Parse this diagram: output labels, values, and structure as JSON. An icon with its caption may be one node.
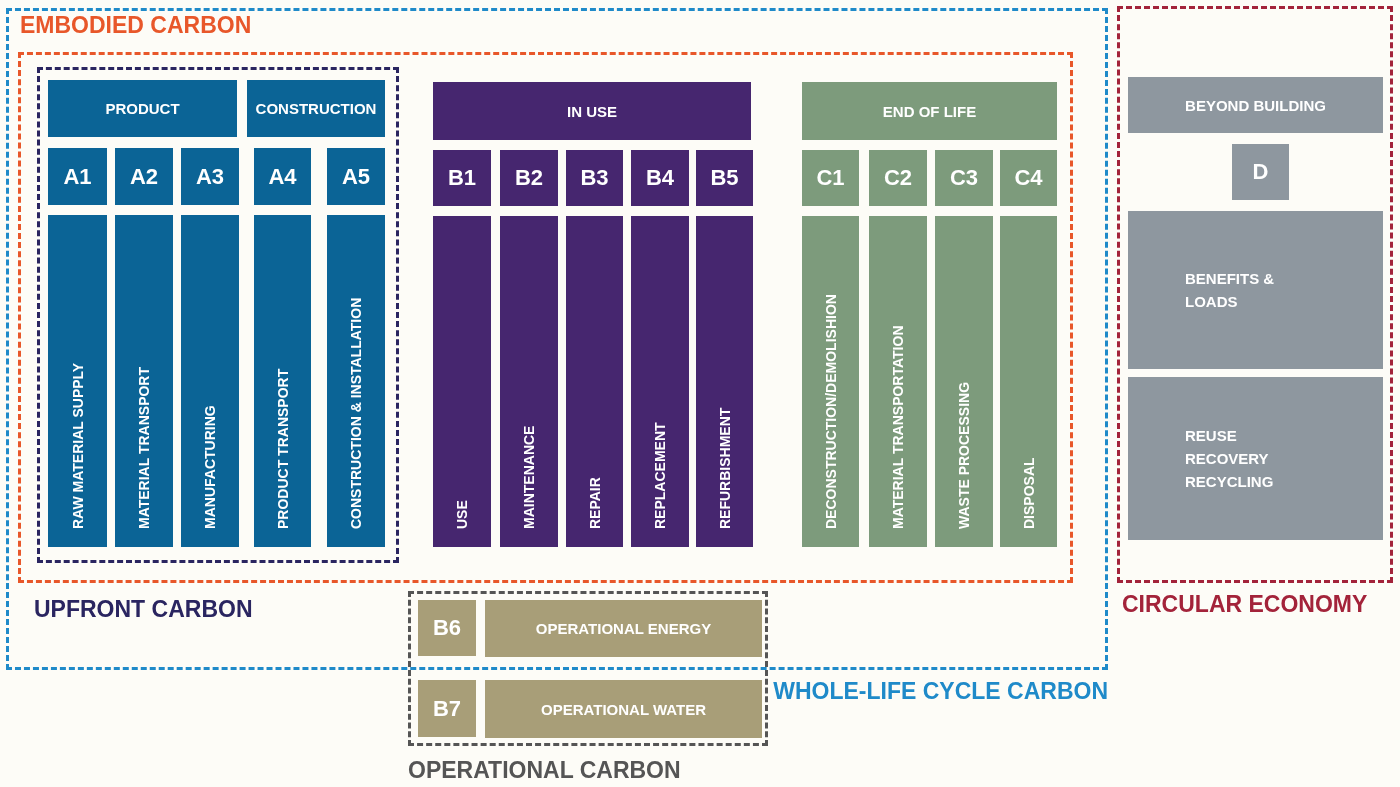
{
  "diagram": {
    "nodes": [
      {
        "text": [
          "WHOLE-LIFE CYCLE CARBON"
        ]
      },
      {
        "text": [
          "EMBODIED CARBON"
        ],
        "in": 0
      },
      {
        "text": [
          "UPFRONT CARBON"
        ],
        "in": 1
      },
      {
        "text": [
          "PRODUCT"
        ],
        "in": 2
      },
      {
        "text": [
          "CONSTRUCTION"
        ],
        "in": 2
      },
      {
        "text": [
          "A1"
        ],
        "in": 2
      },
      {
        "text": [
          "A2"
        ],
        "in": 2
      },
      {
        "text": [
          "A3"
        ],
        "in": 2
      },
      {
        "text": [
          "A4"
        ],
        "in": 2
      },
      {
        "text": [
          "A5"
        ],
        "in": 2
      },
      {
        "text": [
          "RAW MATERIAL SUPPLY"
        ],
        "in": 2
      },
      {
        "text": [
          "MATERIAL TRANSPORT"
        ],
        "in": 2
      },
      {
        "text": [
          "MANUFACTURING"
        ],
        "in": 2
      },
      {
        "text": [
          "PRODUCT TRANSPORT"
        ],
        "in": 2
      },
      {
        "text": [
          "CONSTRUCTION & INSTALLATION"
        ],
        "in": 2
      },
      {
        "text": [
          "IN USE"
        ],
        "in": 1
      },
      {
        "text": [
          "B1"
        ],
        "in": 1
      },
      {
        "text": [
          "B2"
        ],
        "in": 1
      },
      {
        "text": [
          "B3"
        ],
        "in": 1
      },
      {
        "text": [
          "B4"
        ],
        "in": 1
      },
      {
        "text": [
          "B5"
        ],
        "in": 1
      },
      {
        "text": [
          "USE"
        ],
        "in": 1
      },
      {
        "text": [
          "MAINTENANCE"
        ],
        "in": 1
      },
      {
        "text": [
          "REPAIR"
        ],
        "in": 1
      },
      {
        "text": [
          "REPLACEMENT"
        ],
        "in": 1
      },
      {
        "text": [
          "REFURBISHMENT"
        ],
        "in": 1
      },
      {
        "text": [
          "END OF LIFE"
        ],
        "in": 1
      },
      {
        "text": [
          "C1"
        ],
        "in": 1
      },
      {
        "text": [
          "C2"
        ],
        "in": 1
      },
      {
        "text": [
          "C3"
        ],
        "in": 1
      },
      {
        "text": [
          "C4"
        ],
        "in": 1
      },
      {
        "text": [
          "DECONSTRUCTION/DEMOLISHION"
        ],
        "in": 1
      },
      {
        "text": [
          "MATERIAL TRANSPORTATION"
        ],
        "in": 1
      },
      {
        "text": [
          "WASTE PROCESSING"
        ],
        "in": 1
      },
      {
        "text": [
          "DISPOSAL"
        ],
        "in": 1
      },
      {
        "text": [
          "OPERATIONAL CARBON"
        ]
      },
      {
        "text": [
          "B6"
        ]
      },
      {
        "text": [
          "OPERATIONAL ENERGY"
        ]
      },
      {
        "text": [
          "B7"
        ],
        "in": 35
      },
      {
        "text": [
          "OPERATIONAL WATER"
        ],
        "in": 35
      },
      {
        "text": [
          "CIRCULAR ECONOMY"
        ]
      },
      {
        "text": [
          "BEYOND BUILDING"
        ],
        "in": 40
      },
      {
        "text": [
          "D"
        ],
        "in": 40
      },
      {
        "text": [
          "BENEFITS & LOADS"
        ],
        "in": 40
      },
      {
        "text": [
          "REUSE RECOVERY RECYCLING"
        ],
        "in": 40
      }
    ]
  }
}
